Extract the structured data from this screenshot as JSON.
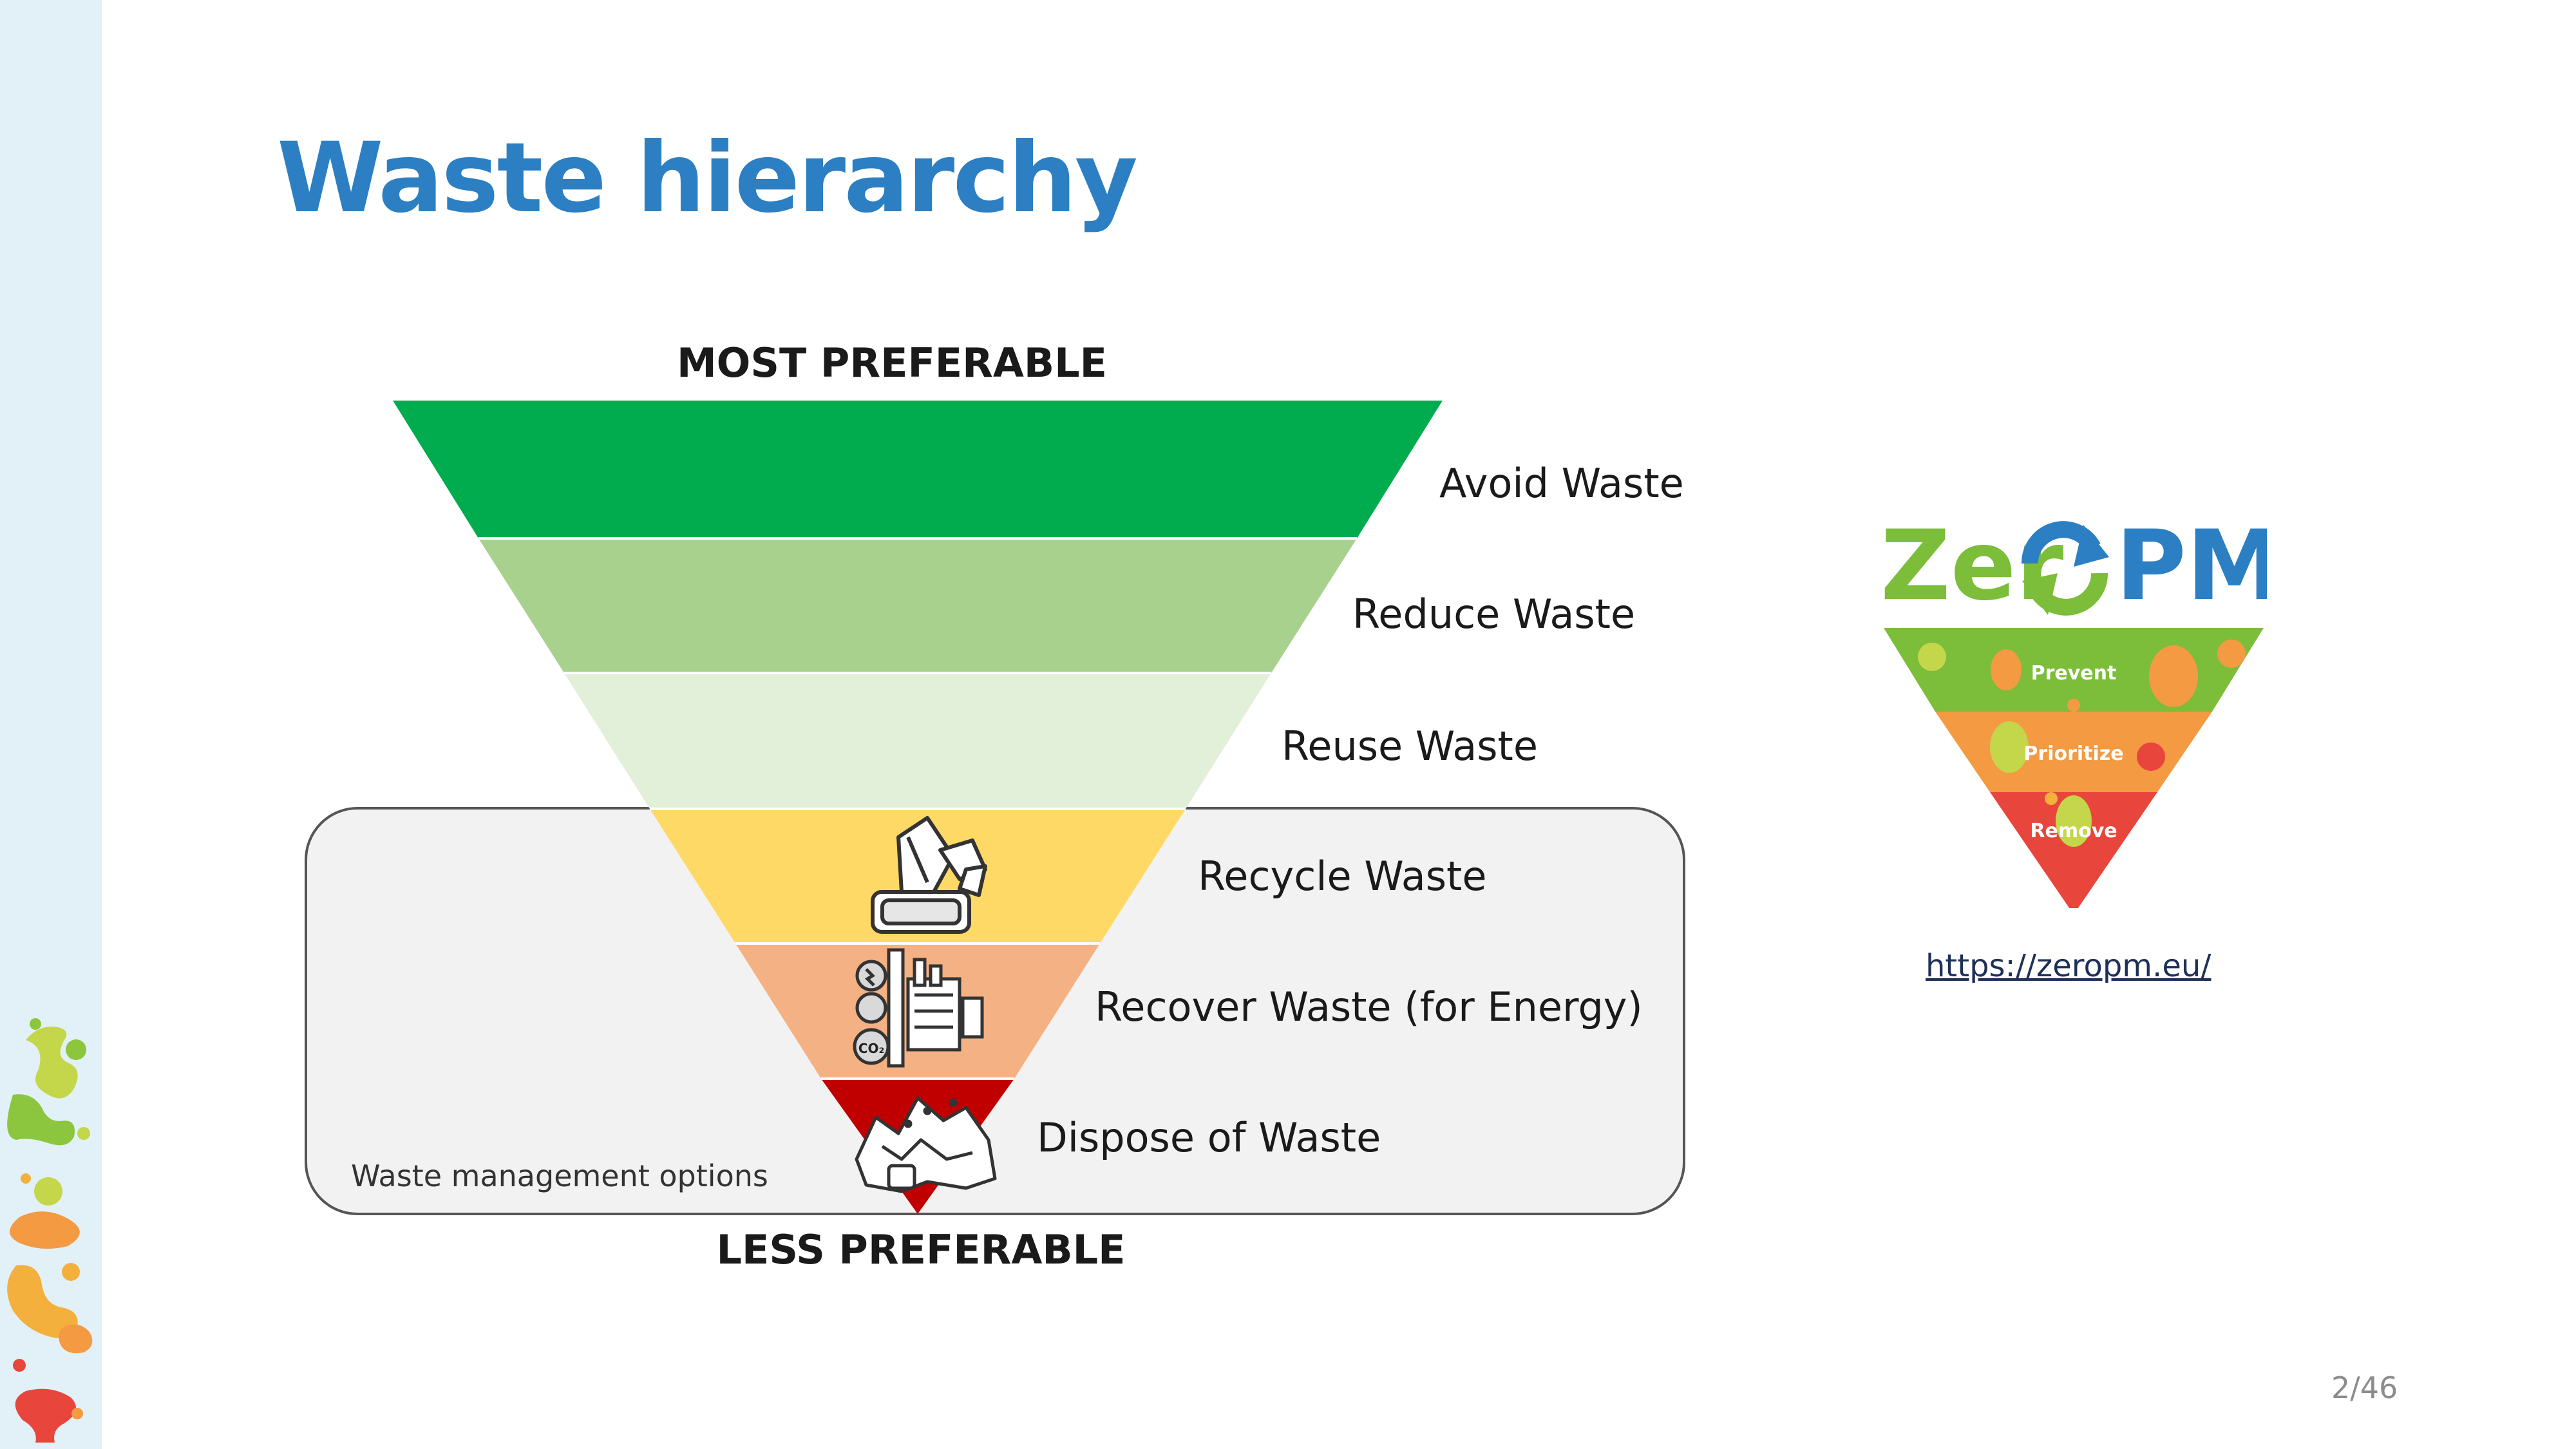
{
  "slide": {
    "title": "Waste hierarchy",
    "page_number": "2/46"
  },
  "diagram": {
    "top_label": "MOST PREFERABLE",
    "bottom_label": "LESS PREFERABLE",
    "box_label": "Waste management options",
    "levels": [
      {
        "label": "Avoid Waste",
        "color": "#00ac4e"
      },
      {
        "label": "Reduce Waste",
        "color": "#a9d18e"
      },
      {
        "label": "Reuse Waste",
        "color": "#e2efd9"
      },
      {
        "label": "Recycle Waste",
        "color": "#ffd966"
      },
      {
        "label": "Recover Waste (for Energy)",
        "color": "#f4b183"
      },
      {
        "label": "Dispose of Waste",
        "color": "#c00000"
      }
    ],
    "recover_icon_text": "CO₂"
  },
  "logo": {
    "brand_left": "Zer",
    "brand_right": "PM",
    "tiers": [
      "Prevent",
      "Prioritize",
      "Remove"
    ],
    "colors": {
      "green": "#7cbd3a",
      "orange": "#f39a43",
      "red": "#e8463c",
      "blue": "#2b7fc2"
    }
  },
  "link": {
    "url": "https://zeropm.eu/"
  }
}
